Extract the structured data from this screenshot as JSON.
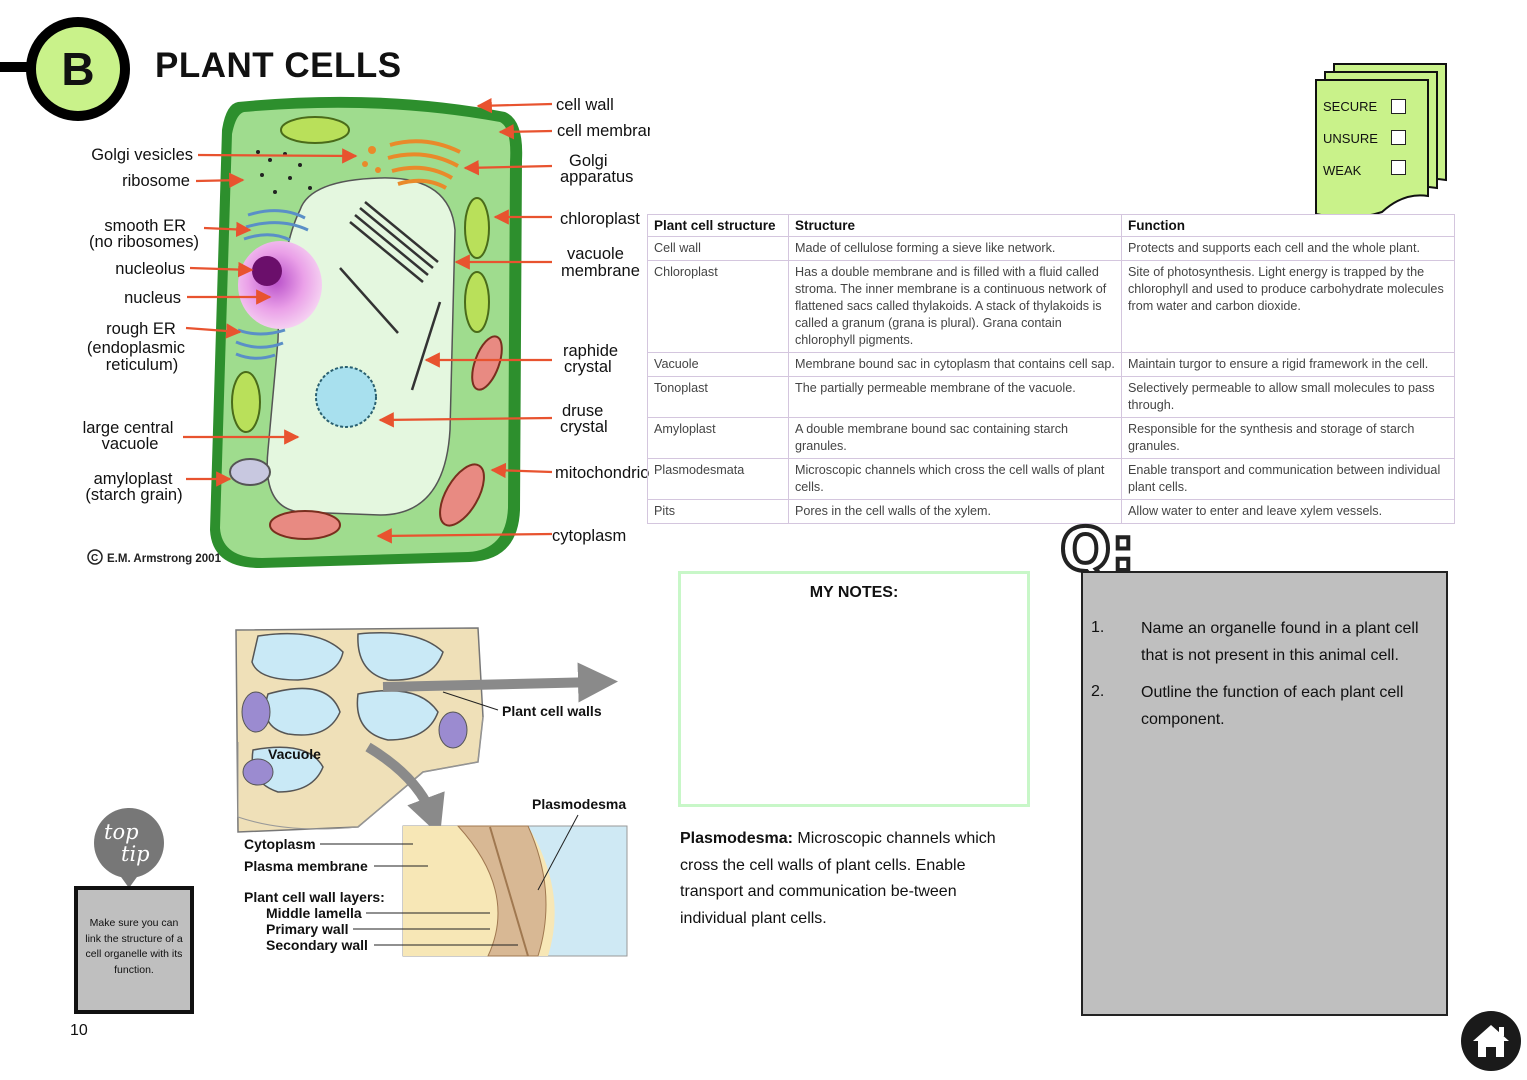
{
  "header": {
    "badge_letter": "B",
    "title": "PLANT CELLS"
  },
  "confidence": {
    "secure": "SECURE",
    "unsure": "UNSURE",
    "weak": "WEAK"
  },
  "cell_diagram": {
    "labels_left": [
      "Golgi vesicles",
      "ribosome",
      "smooth ER",
      "(no ribosomes)",
      "nucleolus",
      "nucleus",
      "rough ER",
      "(endoplasmic",
      "reticulum)",
      "large central",
      "vacuole",
      "amyloplast",
      "(starch grain)"
    ],
    "labels_right": [
      "cell wall",
      "cell membrane",
      "Golgi",
      "apparatus",
      "chloroplast",
      "vacuole",
      "membrane",
      "raphide",
      "crystal",
      "druse",
      "crystal",
      "mitochondrion",
      "cytoplasm"
    ],
    "copyright": "E.M. Armstrong 2001"
  },
  "wall_diagram": {
    "plant_cell_walls": "Plant cell walls",
    "vacuole": "Vacuole",
    "plasmodesma": "Plasmodesma",
    "cytoplasm": "Cytoplasm",
    "plasma_membrane": "Plasma membrane",
    "wall_layers": "Plant cell wall layers:",
    "middle_lamella": "Middle lamella",
    "primary_wall": "Primary wall",
    "secondary_wall": "Secondary wall"
  },
  "table": {
    "headers": [
      "Plant cell structure",
      "Structure",
      "Function"
    ],
    "rows": [
      [
        "Cell wall",
        "Made of cellulose forming a sieve like network.",
        "Protects and supports each cell and the whole plant."
      ],
      [
        "Chloroplast",
        "Has a double membrane and is filled with a fluid called stroma. The inner membrane is a continuous network of flattened sacs called thylakoids. A stack of thylakoids is called a granum (grana is plural). Grana contain chlorophyll pigments.",
        "Site of photosynthesis. Light energy is trapped by the chlorophyll and used to produce carbohydrate molecules from water and carbon dioxide."
      ],
      [
        "Vacuole",
        "Membrane bound sac in cytoplasm that contains cell sap.",
        "Maintain turgor to ensure a rigid framework in the cell."
      ],
      [
        "Tonoplast",
        "The partially permeable membrane of the vacuole.",
        "Selectively permeable to allow small molecules to pass through."
      ],
      [
        "Amyloplast",
        "A double membrane bound sac containing starch granules.",
        "Responsible for the synthesis and storage of starch granules."
      ],
      [
        "Plasmodesmata",
        "Microscopic channels which cross the cell walls of plant cells.",
        "Enable transport and communication between individual plant cells."
      ],
      [
        "Pits",
        "Pores in the cell walls of the xylem.",
        "Allow water to enter and leave xylem vessels."
      ]
    ]
  },
  "notes": {
    "title": "MY NOTES:"
  },
  "definition": {
    "term": "Plasmodesma:",
    "text": " Microscopic channels which cross the cell walls of plant cells. Enable transport and communication be-tween individual plant cells."
  },
  "questions": {
    "q_symbol": "Q:",
    "items": [
      {
        "num": "1.",
        "text": "Name an organelle found in a plant cell that is not present in this animal cell."
      },
      {
        "num": "2.",
        "text": "Outline the function of each plant cell component."
      }
    ]
  },
  "top_tip": {
    "word1": "top",
    "word2": "tip",
    "text": "Make sure you can link the structure of a cell organelle with its function."
  },
  "page_number": "10",
  "colors": {
    "accent_green": "#c9f28a",
    "arrow_red": "#e8532f",
    "qbox_grey": "#bfbfbf"
  },
  "icons": {
    "home": "home-icon"
  }
}
